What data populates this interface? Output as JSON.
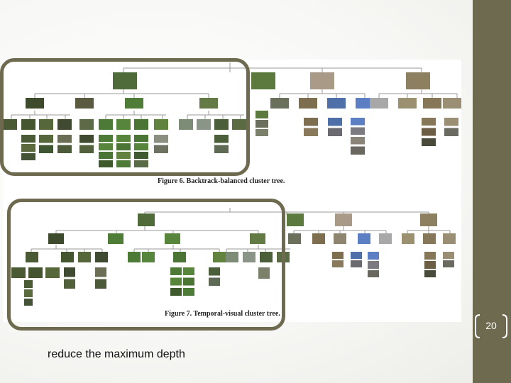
{
  "figures": [
    {
      "caption": "Figure 6. Backtrack-balanced cluster tree."
    },
    {
      "caption": "Figure 7. Temporal-visual cluster tree."
    }
  ],
  "slide": {
    "page_number": "20",
    "note": "reduce the maximum depth"
  },
  "colors": {
    "sidebar": "#6e6a4f",
    "highlight_border": "#6e6a4f",
    "tree_line": "#9a9a9a"
  }
}
